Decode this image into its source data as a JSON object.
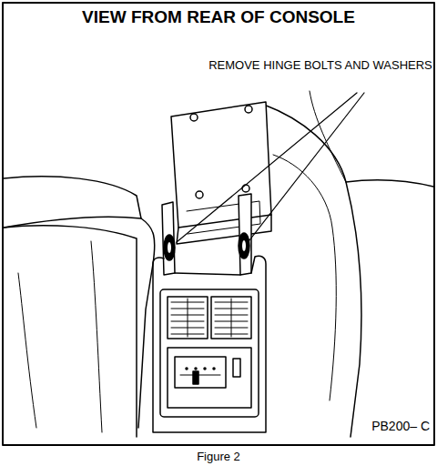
{
  "diagram": {
    "title": "VIEW FROM REAR OF CONSOLE",
    "caption": "Figure 2",
    "labels": [
      "REMOVE HINGE BOLTS AND WASHERS",
      "PB200– C"
    ]
  }
}
